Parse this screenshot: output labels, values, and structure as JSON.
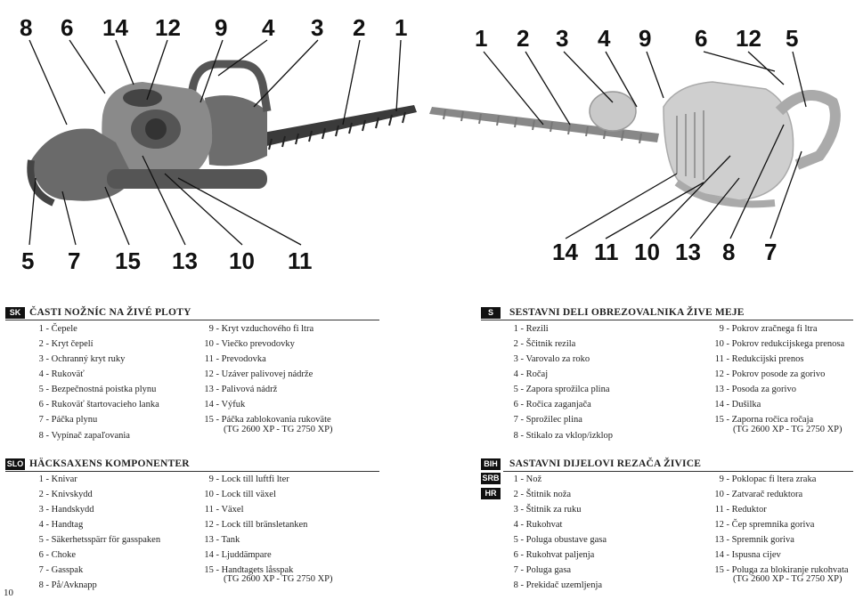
{
  "callouts": {
    "left_top": [
      "8",
      "6",
      "14",
      "12",
      "9",
      "4",
      "3",
      "2",
      "1"
    ],
    "left_bottom": [
      "5",
      "7",
      "15",
      "13",
      "10",
      "11"
    ],
    "right_top": [
      "1",
      "2",
      "3",
      "4",
      "9",
      "6",
      "12",
      "5"
    ],
    "right_bottom": [
      "14",
      "11",
      "10",
      "13",
      "8",
      "7"
    ]
  },
  "sections": {
    "sk": {
      "tag": "SK",
      "title": "ČASTI NOŽNÍC NA ŽIVÉ PLOTY",
      "col1": [
        {
          "n": "1 -",
          "t": "Čepele"
        },
        {
          "n": "2 -",
          "t": "Kryt čepelí"
        },
        {
          "n": "3 -",
          "t": "Ochranný kryt ruky"
        },
        {
          "n": "4 -",
          "t": "Rukoväť"
        },
        {
          "n": "5 -",
          "t": "Bezpečnostná poistka plynu"
        },
        {
          "n": "6 -",
          "t": "Rukoväť štartovacieho lanka"
        },
        {
          "n": "7 -",
          "t": "Páčka plynu"
        },
        {
          "n": "8 -",
          "t": "Vypínač zapaľovania"
        }
      ],
      "col2": [
        {
          "n": "9 -",
          "t": "Kryt vzduchového fi ltra"
        },
        {
          "n": "10 -",
          "t": "Viečko prevodovky"
        },
        {
          "n": "11 -",
          "t": "Prevodovka"
        },
        {
          "n": "12 -",
          "t": "Uzáver palivovej nádrže"
        },
        {
          "n": "13 -",
          "t": "Palivová nádrž"
        },
        {
          "n": "14 -",
          "t": "Výfuk"
        },
        {
          "n": "15 -",
          "t": "Páčka zablokovania rukoväte"
        }
      ],
      "note": "(TG 2600 XP - TG 2750 XP)"
    },
    "s": {
      "tag": "S",
      "title": "SESTAVNI DELI OBREZOVALNIKA ŽIVE MEJE",
      "col1": [
        {
          "n": "1 -",
          "t": "Rezili"
        },
        {
          "n": "2 -",
          "t": "Ščitnik rezila"
        },
        {
          "n": "3 -",
          "t": "Varovalo za roko"
        },
        {
          "n": "4 -",
          "t": "Ročaj"
        },
        {
          "n": "5 -",
          "t": "Zapora sprožilca plina"
        },
        {
          "n": "6 -",
          "t": "Ročica zaganjača"
        },
        {
          "n": "7 -",
          "t": "Sprožilec plina"
        },
        {
          "n": "8 -",
          "t": "Stikalo za vklop/izklop"
        }
      ],
      "col2": [
        {
          "n": "9 -",
          "t": "Pokrov zračnega fi ltra"
        },
        {
          "n": "10 -",
          "t": "Pokrov redukcijskega prenosa"
        },
        {
          "n": "11 -",
          "t": "Redukcijski prenos"
        },
        {
          "n": "12 -",
          "t": "Pokrov posode za gorivo"
        },
        {
          "n": "13 -",
          "t": "Posoda za gorivo"
        },
        {
          "n": "14 -",
          "t": "Dušilka"
        },
        {
          "n": "15 -",
          "t": "Zaporna ročica ročaja"
        }
      ],
      "note": "(TG 2600 XP - TG 2750 XP)"
    },
    "slo": {
      "tag": "SLO",
      "title": "HÄCKSAXENS KOMPONENTER",
      "col1": [
        {
          "n": "1 -",
          "t": "Knivar"
        },
        {
          "n": "2 -",
          "t": "Knivskydd"
        },
        {
          "n": "3 -",
          "t": "Handskydd"
        },
        {
          "n": "4 -",
          "t": "Handtag"
        },
        {
          "n": "5 -",
          "t": "Säkerhetsspärr för gasspaken"
        },
        {
          "n": "6 -",
          "t": "Choke"
        },
        {
          "n": "7 -",
          "t": "Gasspak"
        },
        {
          "n": "8 -",
          "t": "På/Avknapp"
        }
      ],
      "col2": [
        {
          "n": "9 -",
          "t": "Lock till luftfi lter"
        },
        {
          "n": "10 -",
          "t": "Lock till växel"
        },
        {
          "n": "11 -",
          "t": "Växel"
        },
        {
          "n": "12 -",
          "t": "Lock till bränsletanken"
        },
        {
          "n": "13 -",
          "t": "Tank"
        },
        {
          "n": "14 -",
          "t": "Ljuddämpare"
        },
        {
          "n": "15 -",
          "t": "Handtagets låsspak"
        }
      ],
      "note": "(TG 2600 XP - TG 2750 XP)"
    },
    "bih": {
      "tags": [
        "BIH",
        "SRB",
        "HR"
      ],
      "title": "SASTAVNI DIJELOVI REZAČA ŽIVICE",
      "col1": [
        {
          "n": "1 -",
          "t": "Nož"
        },
        {
          "n": "2 -",
          "t": "Štitnik noža"
        },
        {
          "n": "3 -",
          "t": "Štitnik za ruku"
        },
        {
          "n": "4 -",
          "t": "Rukohvat"
        },
        {
          "n": "5 -",
          "t": "Poluga obustave gasa"
        },
        {
          "n": "6 -",
          "t": "Rukohvat paljenja"
        },
        {
          "n": "7 -",
          "t": "Poluga gasa"
        },
        {
          "n": "8 -",
          "t": "Prekidač uzemljenja"
        }
      ],
      "col2": [
        {
          "n": "9 -",
          "t": "Poklopac fi ltera zraka"
        },
        {
          "n": "10 -",
          "t": "Zatvarač reduktora"
        },
        {
          "n": "11 -",
          "t": "Reduktor"
        },
        {
          "n": "12 -",
          "t": "Čep spremnika goriva"
        },
        {
          "n": "13 -",
          "t": "Spremnik goriva"
        },
        {
          "n": "14 -",
          "t": "Ispusna cijev"
        },
        {
          "n": "15 -",
          "t": "Poluga za blokiranje rukohvata"
        }
      ],
      "note": "(TG 2600 XP - TG 2750 XP)"
    }
  },
  "page_number": "10"
}
